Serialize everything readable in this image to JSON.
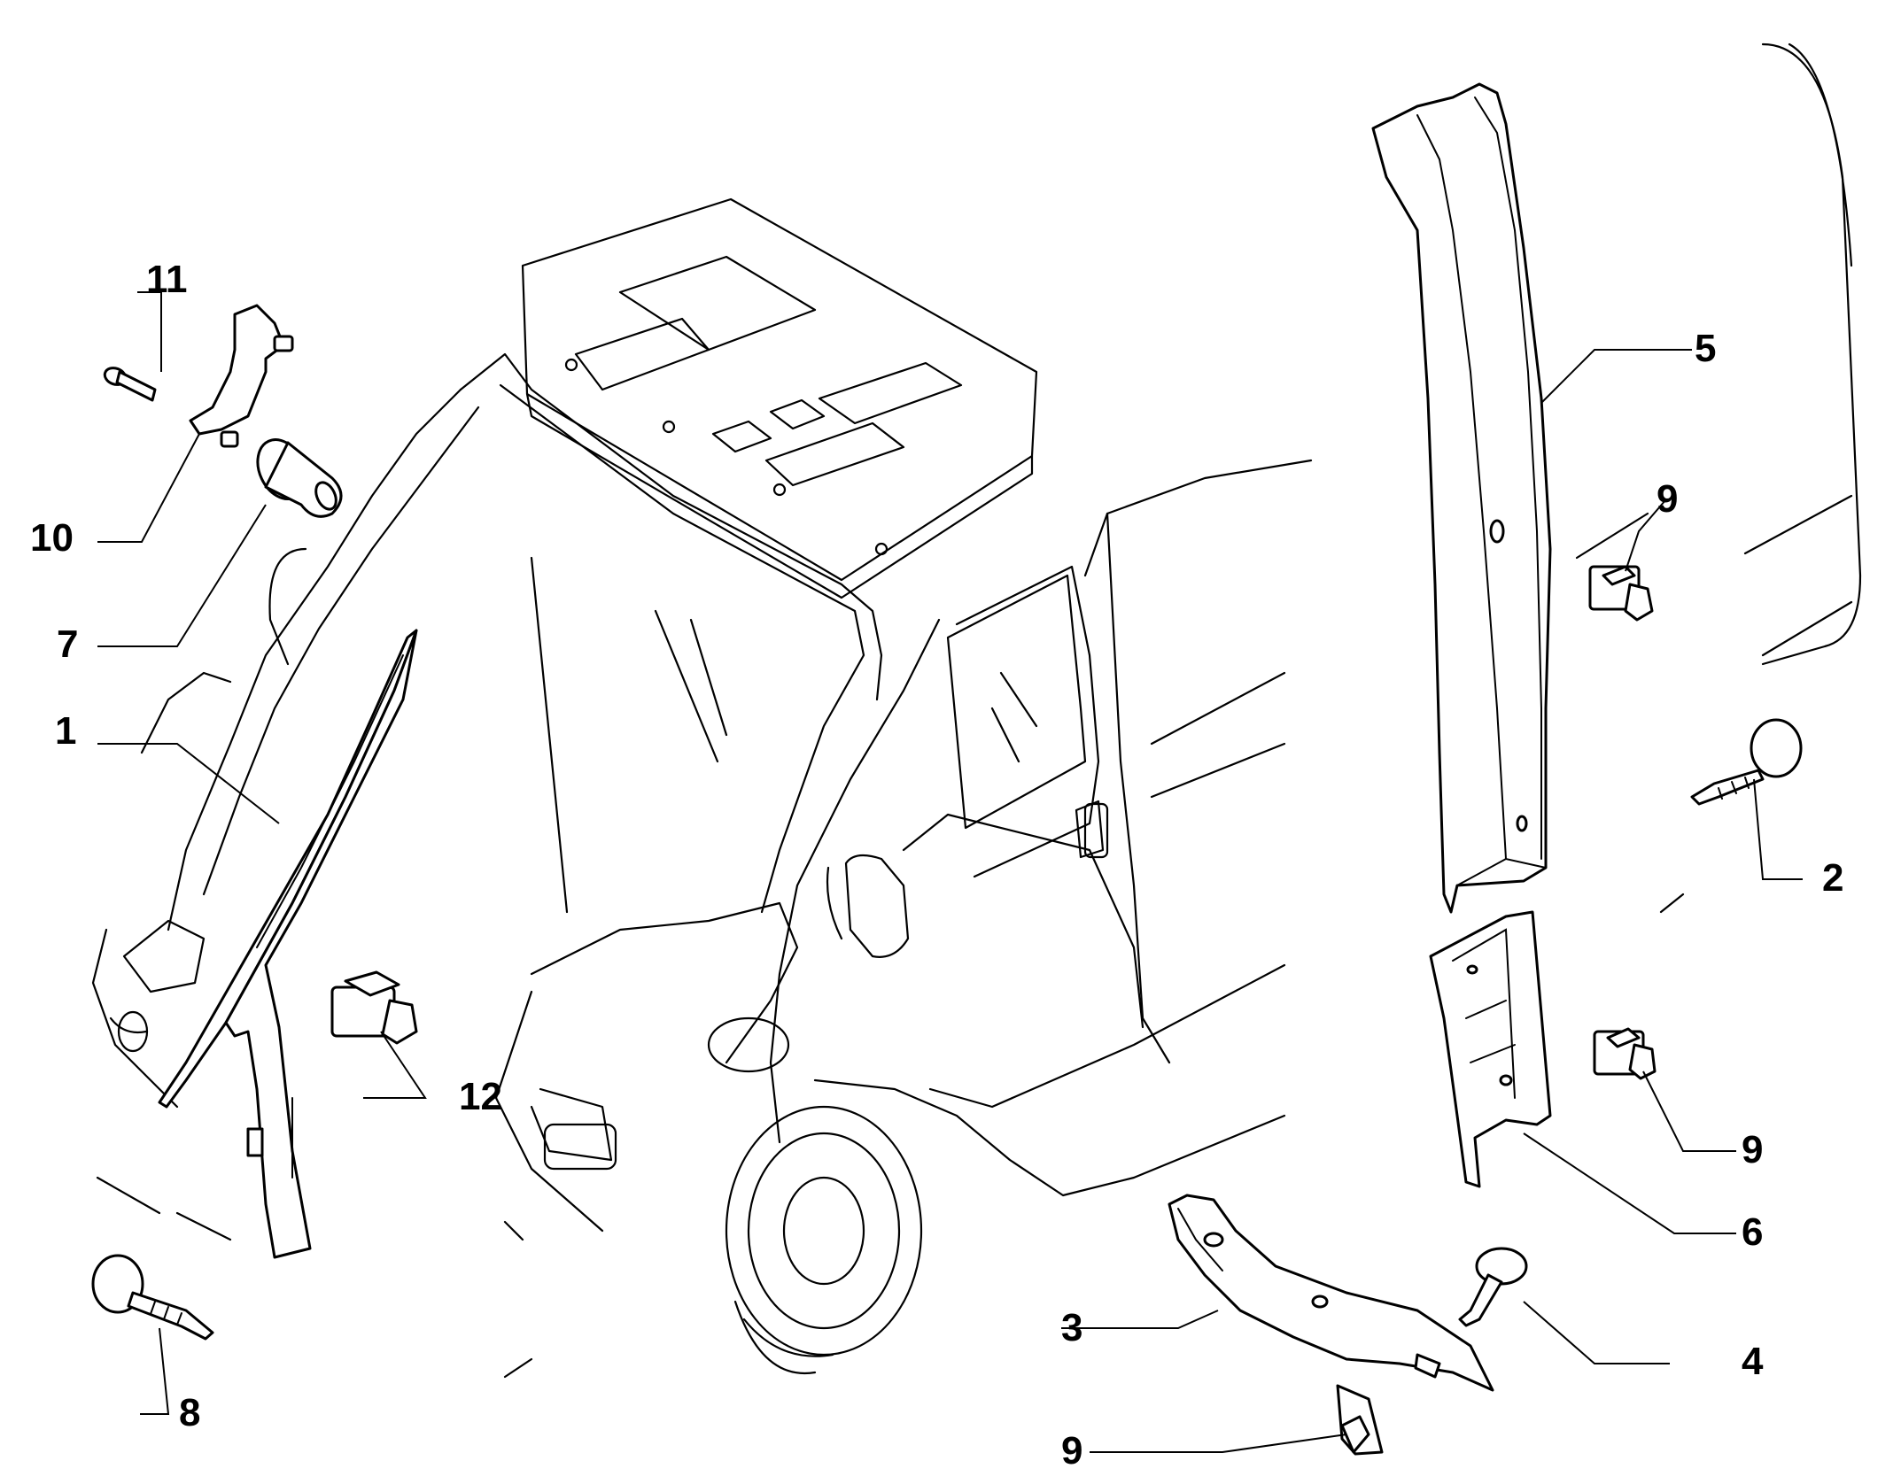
{
  "diagram": {
    "colors": {
      "line": "#000000",
      "background": "#ffffff"
    },
    "callouts": {
      "c1": "1",
      "c2": "2",
      "c3": "3",
      "c4": "4",
      "c5": "5",
      "c6": "6",
      "c7": "7",
      "c8": "8",
      "c9a": "9",
      "c9b": "9",
      "c9c": "9",
      "c10": "10",
      "c11": "11",
      "c12": "12"
    }
  }
}
